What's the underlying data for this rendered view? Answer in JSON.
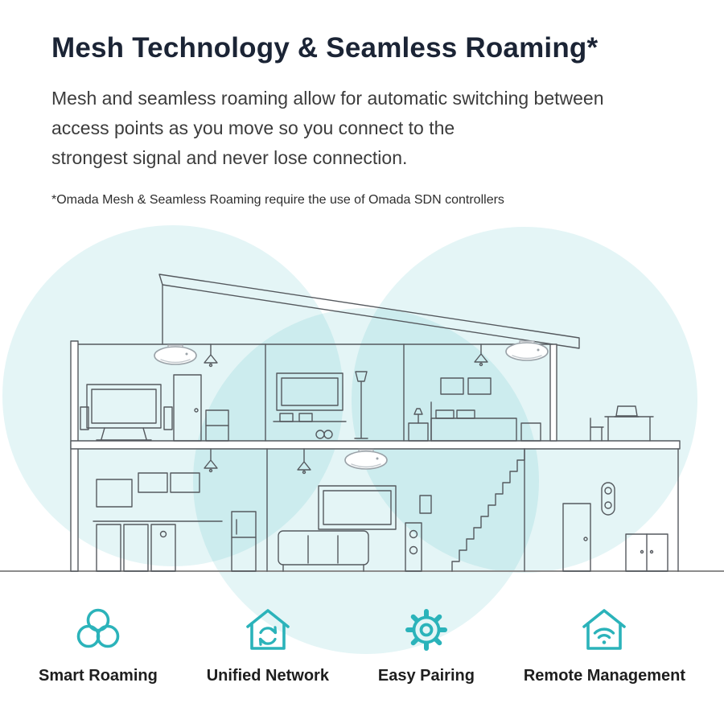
{
  "header": {
    "title": "Mesh Technology & Seamless Roaming*",
    "description_lines": [
      "Mesh and seamless roaming allow for automatic switching between",
      "access points as you move so you connect to the",
      "strongest signal and never lose connection."
    ],
    "footnote": "*Omada Mesh & Seamless Roaming require the use of Omada SDN controllers"
  },
  "illustration": {
    "description": "two-story house cross-section with three ceiling access points and overlapping mesh coverage circles",
    "access_point_count": "3",
    "coverage_circle_count": "3"
  },
  "features": {
    "items": [
      {
        "icon": "trefoil-roaming-icon",
        "label": "Smart Roaming"
      },
      {
        "icon": "house-refresh-icon",
        "label": "Unified Network"
      },
      {
        "icon": "gear-icon",
        "label": "Easy Pairing"
      },
      {
        "icon": "house-wifi-icon",
        "label": "Remote Management"
      }
    ]
  },
  "colors": {
    "accent_teal": "#2BB3BA",
    "coverage_fill": "#2CB5BC",
    "title_text": "#1B2435",
    "body_text": "#3C3C3C",
    "line_art": "#55595E",
    "background": "#FFFFFF"
  }
}
